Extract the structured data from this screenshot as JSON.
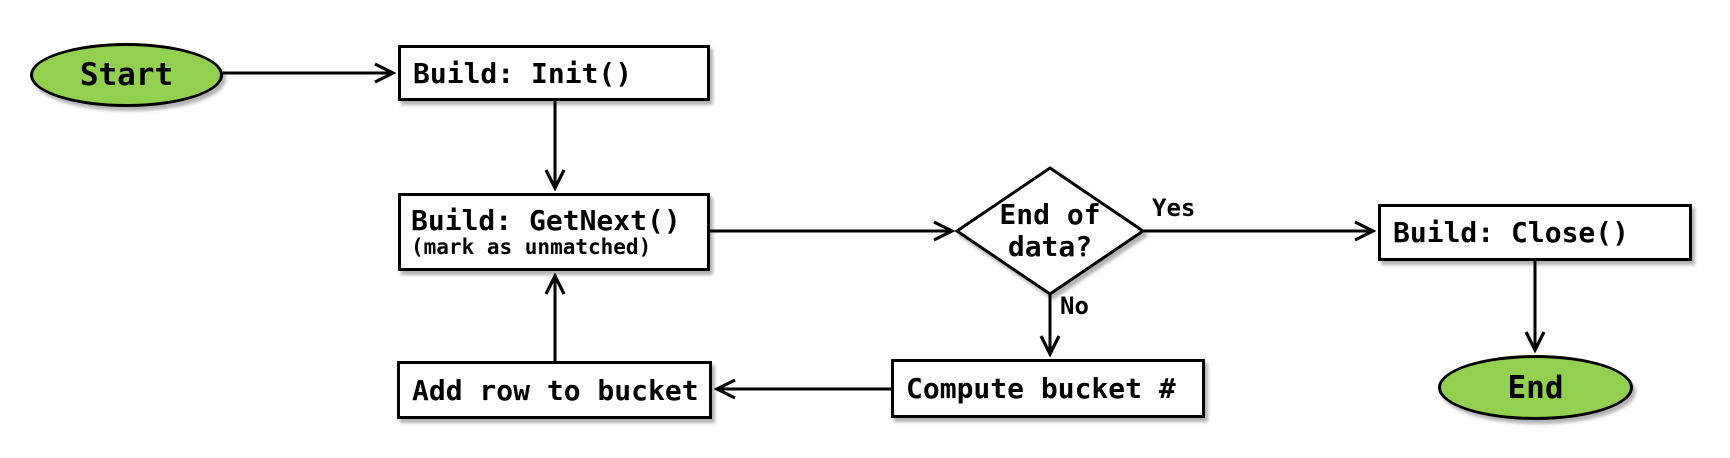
{
  "diagram_type": "flowchart",
  "nodes": {
    "start": {
      "label": "Start",
      "shape": "terminator"
    },
    "init": {
      "label": "Build: Init()",
      "shape": "process"
    },
    "getnext": {
      "label": "Build: GetNext()",
      "sublabel": "(mark as unmatched)",
      "shape": "process"
    },
    "decision": {
      "label": "End of data?",
      "shape": "decision"
    },
    "close": {
      "label": "Build: Close()",
      "shape": "process"
    },
    "compute": {
      "label": "Compute bucket #",
      "shape": "process"
    },
    "addrow": {
      "label": "Add row to bucket",
      "shape": "process"
    },
    "end": {
      "label": "End",
      "shape": "terminator"
    }
  },
  "edge_labels": {
    "yes": "Yes",
    "no": "No"
  },
  "edges": [
    {
      "from": "start",
      "to": "init"
    },
    {
      "from": "init",
      "to": "getnext"
    },
    {
      "from": "getnext",
      "to": "decision"
    },
    {
      "from": "decision",
      "to": "close",
      "label": "Yes"
    },
    {
      "from": "close",
      "to": "end"
    },
    {
      "from": "decision",
      "to": "compute",
      "label": "No"
    },
    {
      "from": "compute",
      "to": "addrow"
    },
    {
      "from": "addrow",
      "to": "getnext"
    }
  ],
  "colors": {
    "terminator_fill": "#92D050",
    "process_fill": "#FFFFFF",
    "stroke": "#000000"
  }
}
